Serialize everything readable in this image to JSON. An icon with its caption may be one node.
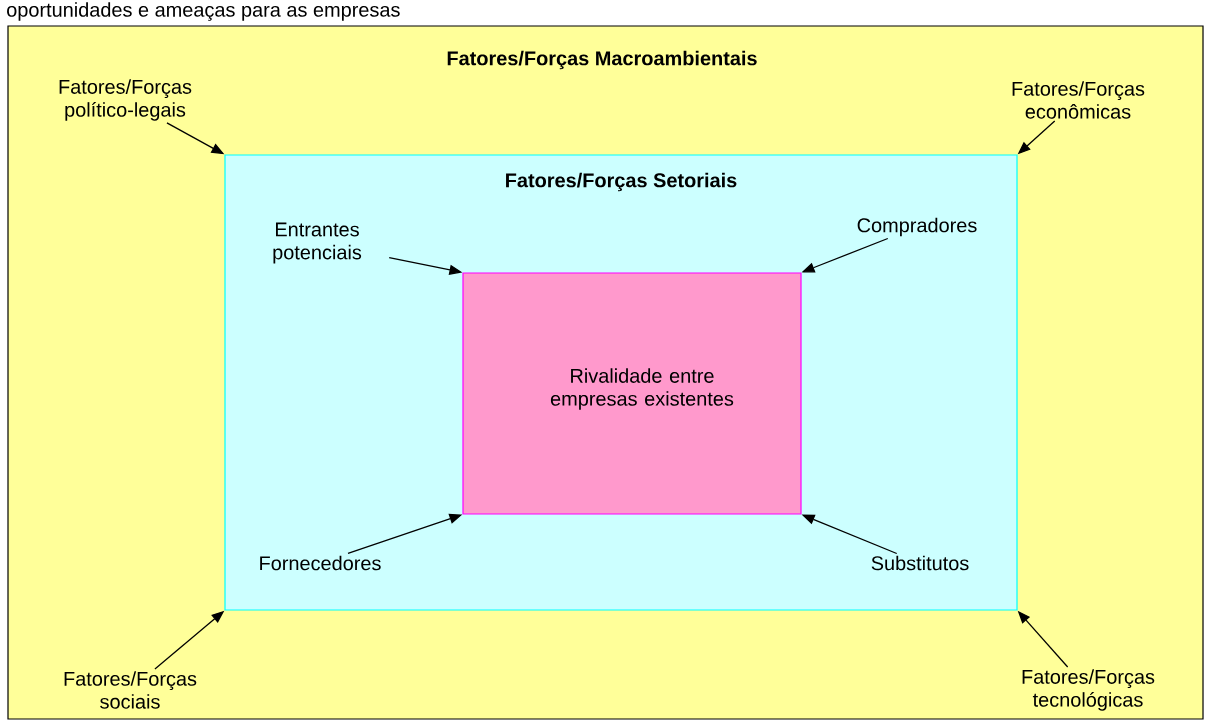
{
  "diagram": {
    "nodes": [
      {
        "text": [
          "Fatores/Forças Macroambientais"
        ]
      },
      {
        "text": [
          "Fatores/Forças Setoriais"
        ],
        "in": 0
      },
      {
        "text": [
          "Rivalidade entre empresas existentes"
        ],
        "in": 1
      },
      {
        "text": [
          "Fatores/Forças político-legais"
        ],
        "in": 0
      },
      {
        "text": [
          "Fatores/Forças econômicas"
        ],
        "in": 0
      },
      {
        "text": [
          "Entrantes potenciais"
        ],
        "in": 1
      },
      {
        "text": [
          "Compradores"
        ],
        "in": 1
      },
      {
        "text": [
          "Fornecedores"
        ],
        "in": 1
      },
      {
        "text": [
          "Substitutos"
        ],
        "in": 1
      },
      {
        "text": [
          "Fatores/Forças sociais"
        ],
        "in": 0
      },
      {
        "text": [
          "Fatores/Forças tecnológicas"
        ],
        "in": 0
      }
    ],
    "edges": [
      {
        "from": 3,
        "to": 1,
        "arrow": "to"
      },
      {
        "from": 4,
        "to": 1,
        "arrow": "to"
      },
      {
        "from": 5,
        "to": 2,
        "arrow": "to"
      },
      {
        "from": 6,
        "to": 2,
        "arrow": "to"
      },
      {
        "from": 7,
        "to": 2,
        "arrow": "to"
      },
      {
        "from": 8,
        "to": 2,
        "arrow": "to"
      },
      {
        "from": 9,
        "to": 1,
        "arrow": "to"
      },
      {
        "from": 10,
        "to": 1,
        "arrow": "to"
      }
    ],
    "labels": [
      "oportunidades e ameaças para as empresas"
    ]
  }
}
